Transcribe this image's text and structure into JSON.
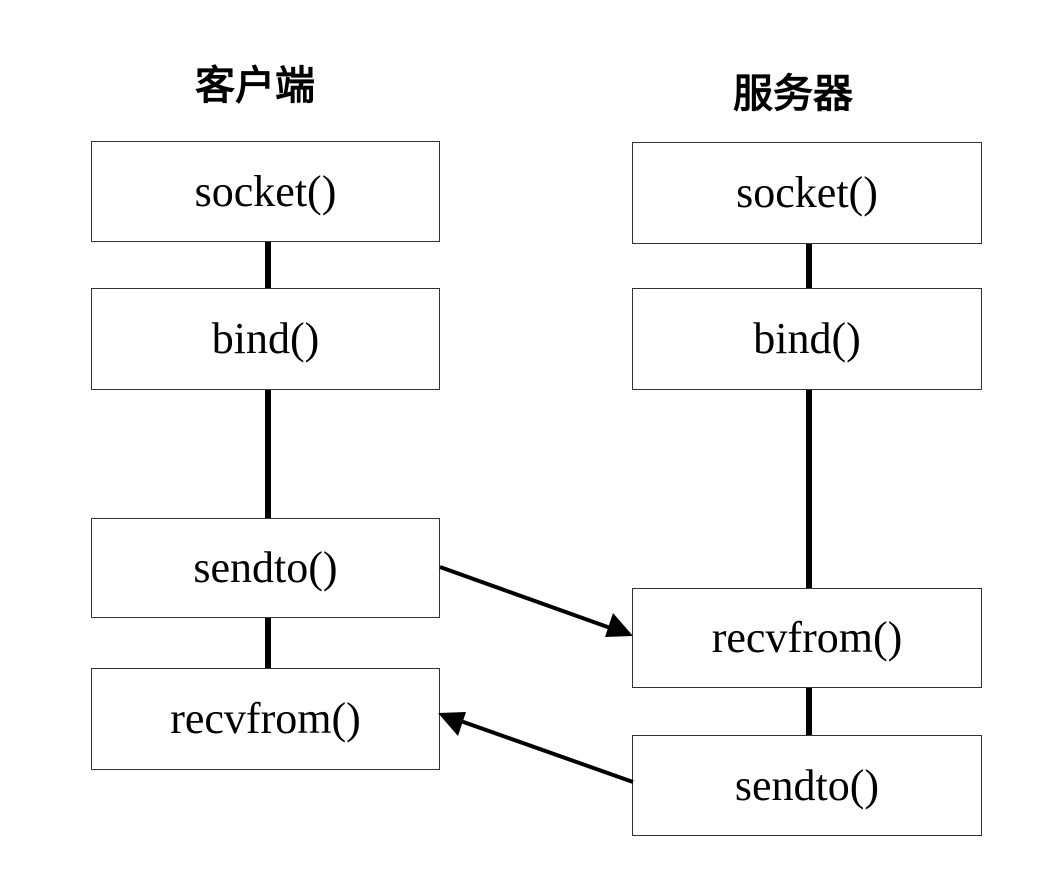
{
  "client": {
    "title": "客户端",
    "steps": {
      "socket": "socket()",
      "bind": "bind()",
      "sendto": "sendto()",
      "recvfrom": "recvfrom()"
    }
  },
  "server": {
    "title": "服务器",
    "steps": {
      "socket": "socket()",
      "bind": "bind()",
      "recvfrom": "recvfrom()",
      "sendto": "sendto()"
    }
  },
  "colors": {
    "line": "#000000",
    "box_border": "#333333",
    "background": "#ffffff"
  }
}
